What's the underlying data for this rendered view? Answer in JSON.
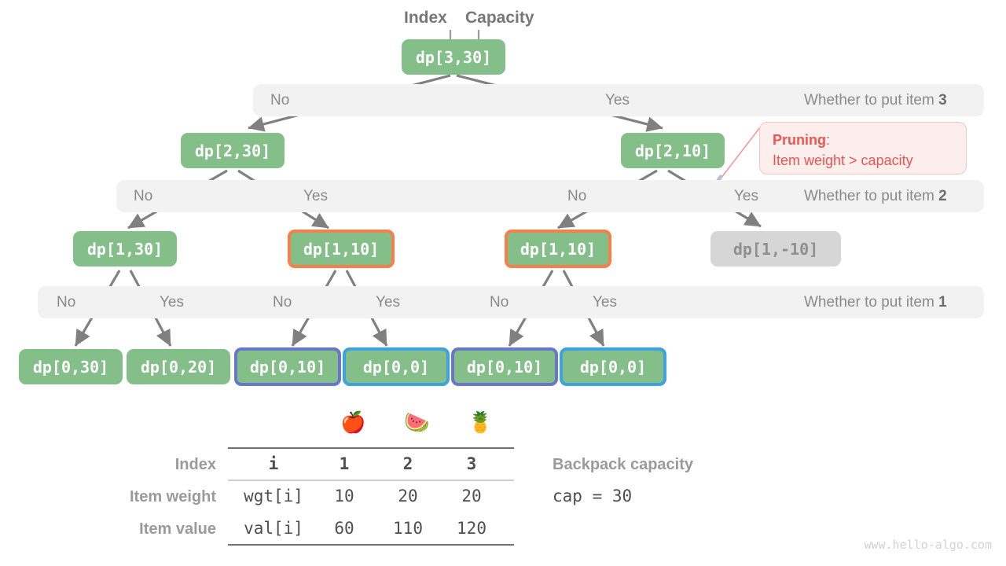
{
  "captions": {
    "index": "Index",
    "capacity": "Capacity"
  },
  "bands": [
    {
      "id": "band-item-3",
      "title_prefix": "Whether to put item ",
      "title_item": "3",
      "labels": [
        {
          "text": "No"
        },
        {
          "text": "Yes"
        }
      ]
    },
    {
      "id": "band-item-2",
      "title_prefix": "Whether to put item ",
      "title_item": "2",
      "labels": [
        {
          "text": "No"
        },
        {
          "text": "Yes"
        },
        {
          "text": "No"
        },
        {
          "text": "Yes"
        }
      ]
    },
    {
      "id": "band-item-1",
      "title_prefix": "Whether to put item ",
      "title_item": "1",
      "labels": [
        {
          "text": "No"
        },
        {
          "text": "Yes"
        },
        {
          "text": "No"
        },
        {
          "text": "Yes"
        },
        {
          "text": "No"
        },
        {
          "text": "Yes"
        }
      ]
    }
  ],
  "nodes": {
    "root": {
      "label": "dp[3,30]"
    },
    "level2": [
      {
        "label": "dp[2,30]"
      },
      {
        "label": "dp[2,10]"
      }
    ],
    "level3": [
      {
        "label": "dp[1,30]"
      },
      {
        "label": "dp[1,10]"
      },
      {
        "label": "dp[1,10]"
      },
      {
        "label": "dp[1,-10]"
      }
    ],
    "level4": [
      {
        "label": "dp[0,30]"
      },
      {
        "label": "dp[0,20]"
      },
      {
        "label": "dp[0,10]"
      },
      {
        "label": "dp[0,0]"
      },
      {
        "label": "dp[0,10]"
      },
      {
        "label": "dp[0,0]"
      }
    ]
  },
  "pruning": {
    "title": "Pruning",
    "colon": ":",
    "reason": "Item weight > capacity"
  },
  "table": {
    "row_labels": [
      "Index",
      "Item weight",
      "Item value"
    ],
    "fruit_icons": [
      "apple-icon",
      "watermelon-icon",
      "pineapple-icon"
    ],
    "fruit_glyphs": [
      "🍎",
      "🍉",
      "🍍"
    ],
    "rows": [
      {
        "name": "i",
        "values": [
          "1",
          "2",
          "3"
        ]
      },
      {
        "name": "wgt[i]",
        "values": [
          "10",
          "20",
          "20"
        ]
      },
      {
        "name": "val[i]",
        "values": [
          "60",
          "110",
          "120"
        ]
      }
    ]
  },
  "capacity_info": {
    "label": "Backpack capacity",
    "value": "cap = 30"
  },
  "watermark": "www.hello-algo.com",
  "colors": {
    "node_green": "#84bf8a",
    "node_gray": "#d6d6d6",
    "border_orange": "#f4814c",
    "border_indigo": "#6878c8",
    "border_skyblue": "#3da2e0",
    "band_bg": "#f2f2f2",
    "arrow_gray": "#808080",
    "pruning_red": "#ef5350",
    "scissors_red": "#e03030",
    "scissors_blade": "#aac4d8"
  }
}
